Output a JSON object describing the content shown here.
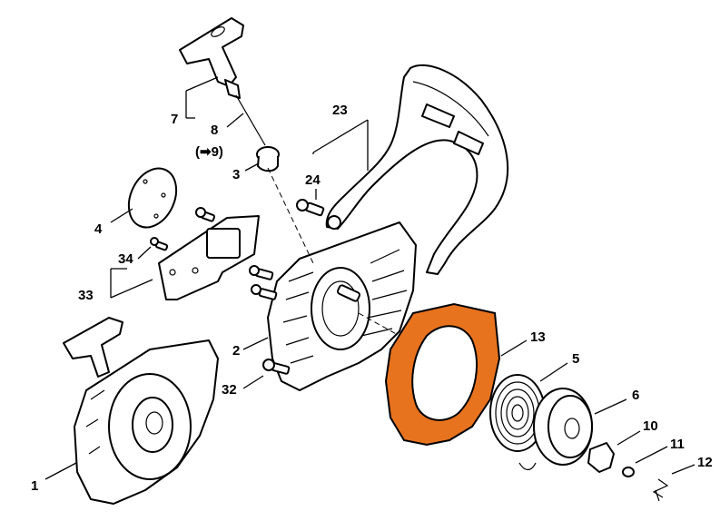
{
  "accent_color": "#e8731e",
  "highlighted_part": "13",
  "callouts": {
    "p1": "1",
    "p2": "2",
    "p3": "3",
    "p4": "4",
    "p5": "5",
    "p6": "6",
    "p7": "7",
    "p8": "8",
    "p9ref": "(➡9)",
    "p10": "10",
    "p11": "11",
    "p12": "12",
    "p13": "13",
    "p23": "23",
    "p24": "24",
    "p32": "32",
    "p33": "33",
    "p34": "34"
  }
}
